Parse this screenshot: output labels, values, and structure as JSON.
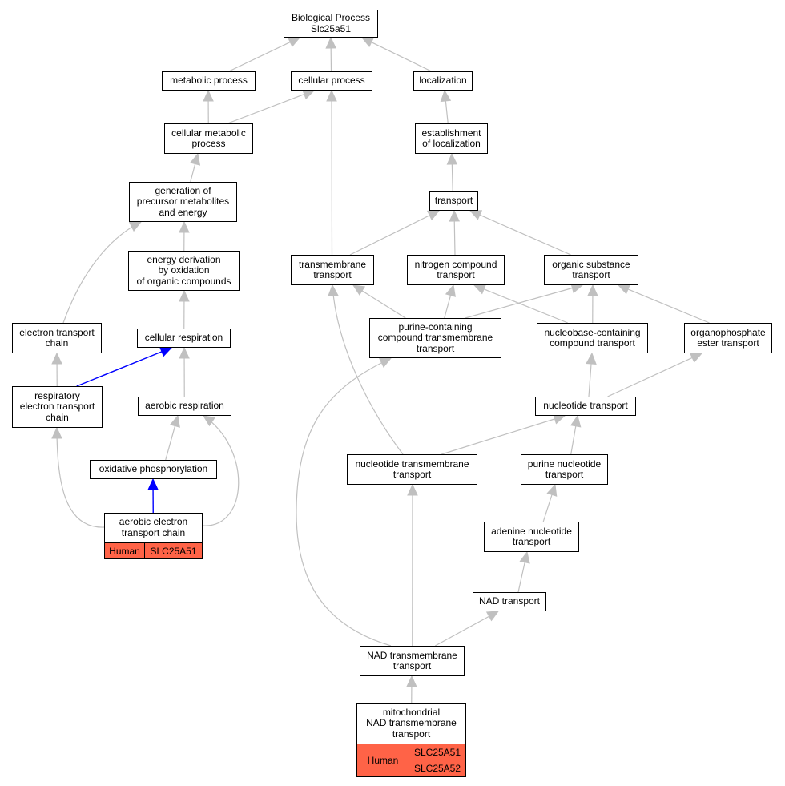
{
  "graph": {
    "colors": {
      "edge": "#c0c0c0",
      "highlight_edge": "#0000ff",
      "annotation_fill": "#ff6347",
      "node_border": "#000000",
      "node_fill": "#ffffff"
    },
    "nodes": {
      "root": "Biological Process\nSlc25a51",
      "metabolic_process": "metabolic process",
      "cellular_process": "cellular process",
      "localization": "localization",
      "cellular_metabolic_process": "cellular metabolic\nprocess",
      "establishment_of_localization": "establishment\nof localization",
      "generation_of_precursor": "generation of\nprecursor metabolites\nand energy",
      "transport": "transport",
      "energy_derivation": "energy derivation\nby oxidation\nof organic compounds",
      "transmembrane_transport": "transmembrane\ntransport",
      "nitrogen_compound_transport": "nitrogen compound\ntransport",
      "organic_substance_transport": "organic substance\ntransport",
      "electron_transport_chain": "electron transport\nchain",
      "cellular_respiration": "cellular respiration",
      "purine_containing": "purine-containing\ncompound transmembrane\ntransport",
      "nucleobase_containing": "nucleobase-containing\ncompound transport",
      "organophosphate": "organophosphate\nester transport",
      "respiratory_etc": "respiratory\nelectron transport\nchain",
      "aerobic_respiration": "aerobic respiration",
      "nucleotide_transport": "nucleotide transport",
      "oxidative_phosphorylation": "oxidative phosphorylation",
      "nucleotide_transmembrane": "nucleotide transmembrane\ntransport",
      "purine_nucleotide_transport": "purine nucleotide\ntransport",
      "aerobic_etc": "aerobic electron\ntransport chain",
      "adenine_nucleotide_transport": "adenine nucleotide\ntransport",
      "nad_transport": "NAD transport",
      "nad_transmembrane": "NAD transmembrane\ntransport",
      "mito_nad_transmembrane": "mitochondrial\nNAD transmembrane\ntransport"
    },
    "annotations": {
      "aerobic_etc": {
        "species": "Human",
        "genes": [
          "SLC25A51"
        ]
      },
      "mito_nad_transmembrane": {
        "species": "Human",
        "genes": [
          "SLC25A51",
          "SLC25A52"
        ]
      }
    }
  }
}
